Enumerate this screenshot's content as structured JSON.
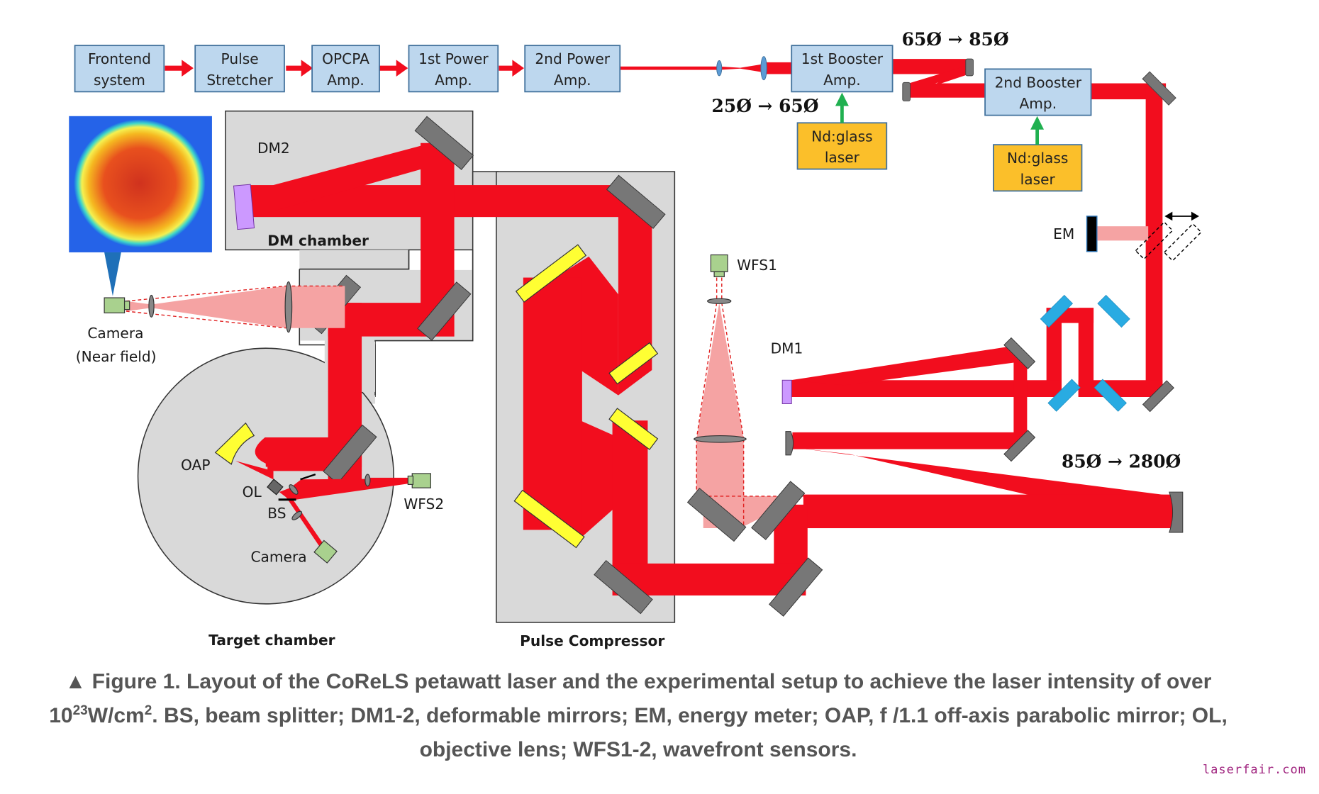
{
  "diagram": {
    "chain_boxes": [
      {
        "id": "frontend",
        "line1": "Frontend",
        "line2": "system"
      },
      {
        "id": "stretcher",
        "line1": "Pulse",
        "line2": "Stretcher"
      },
      {
        "id": "opcpa",
        "line1": "OPCPA",
        "line2": "Amp."
      },
      {
        "id": "power1",
        "line1": "1st Power",
        "line2": "Amp."
      },
      {
        "id": "power2",
        "line1": "2nd Power",
        "line2": "Amp."
      },
      {
        "id": "booster1",
        "line1": "1st Booster",
        "line2": "Amp."
      },
      {
        "id": "booster2",
        "line1": "2nd Booster",
        "line2": "Amp."
      }
    ],
    "pump_boxes": [
      {
        "line1": "Nd:glass",
        "line2": "laser"
      },
      {
        "line1": "Nd:glass",
        "line2": "laser"
      }
    ],
    "beam_sizes": {
      "expand1": "25Ø → 65Ø",
      "expand2": "65Ø → 85Ø",
      "expand3": "85Ø → 280Ø"
    },
    "labels": {
      "dm2": "DM2",
      "dm_chamber": "DM chamber",
      "camera_near_line1": "Camera",
      "camera_near_line2": "(Near field)",
      "oap": "OAP",
      "ol": "OL",
      "bs": "BS",
      "camera": "Camera",
      "wfs2": "WFS2",
      "target_chamber": "Target chamber",
      "pulse_compressor": "Pulse Compressor",
      "wfs1": "WFS1",
      "dm1": "DM1",
      "em": "EM"
    },
    "colors": {
      "beam": "#f20d1e",
      "beam_sample": "#f5a3a3",
      "amp_box": "#bdd7ee",
      "pump_box": "#fbbf2a",
      "mirror": "#777777",
      "grating": "#ffff33",
      "dm": "#cc99ff",
      "periscope": "#29abe2",
      "chamber": "#d9d9d9",
      "pump_arrow": "#20b050",
      "camera": "#a9d18e"
    }
  },
  "caption": {
    "prefix": "▲ Figure 1. Layout of the CoReLS petawatt laser and the experimental setup to achieve the laser intensity of over 10",
    "sup1": "23",
    "mid": "W/cm",
    "sup2": "2",
    "suffix": ". BS, beam splitter; DM1-2, deformable mirrors; EM, energy meter; OAP, f /1.1 off-axis parabolic mirror; OL, objective lens; WFS1-2, wavefront sensors."
  },
  "watermark": "laserfair.com"
}
